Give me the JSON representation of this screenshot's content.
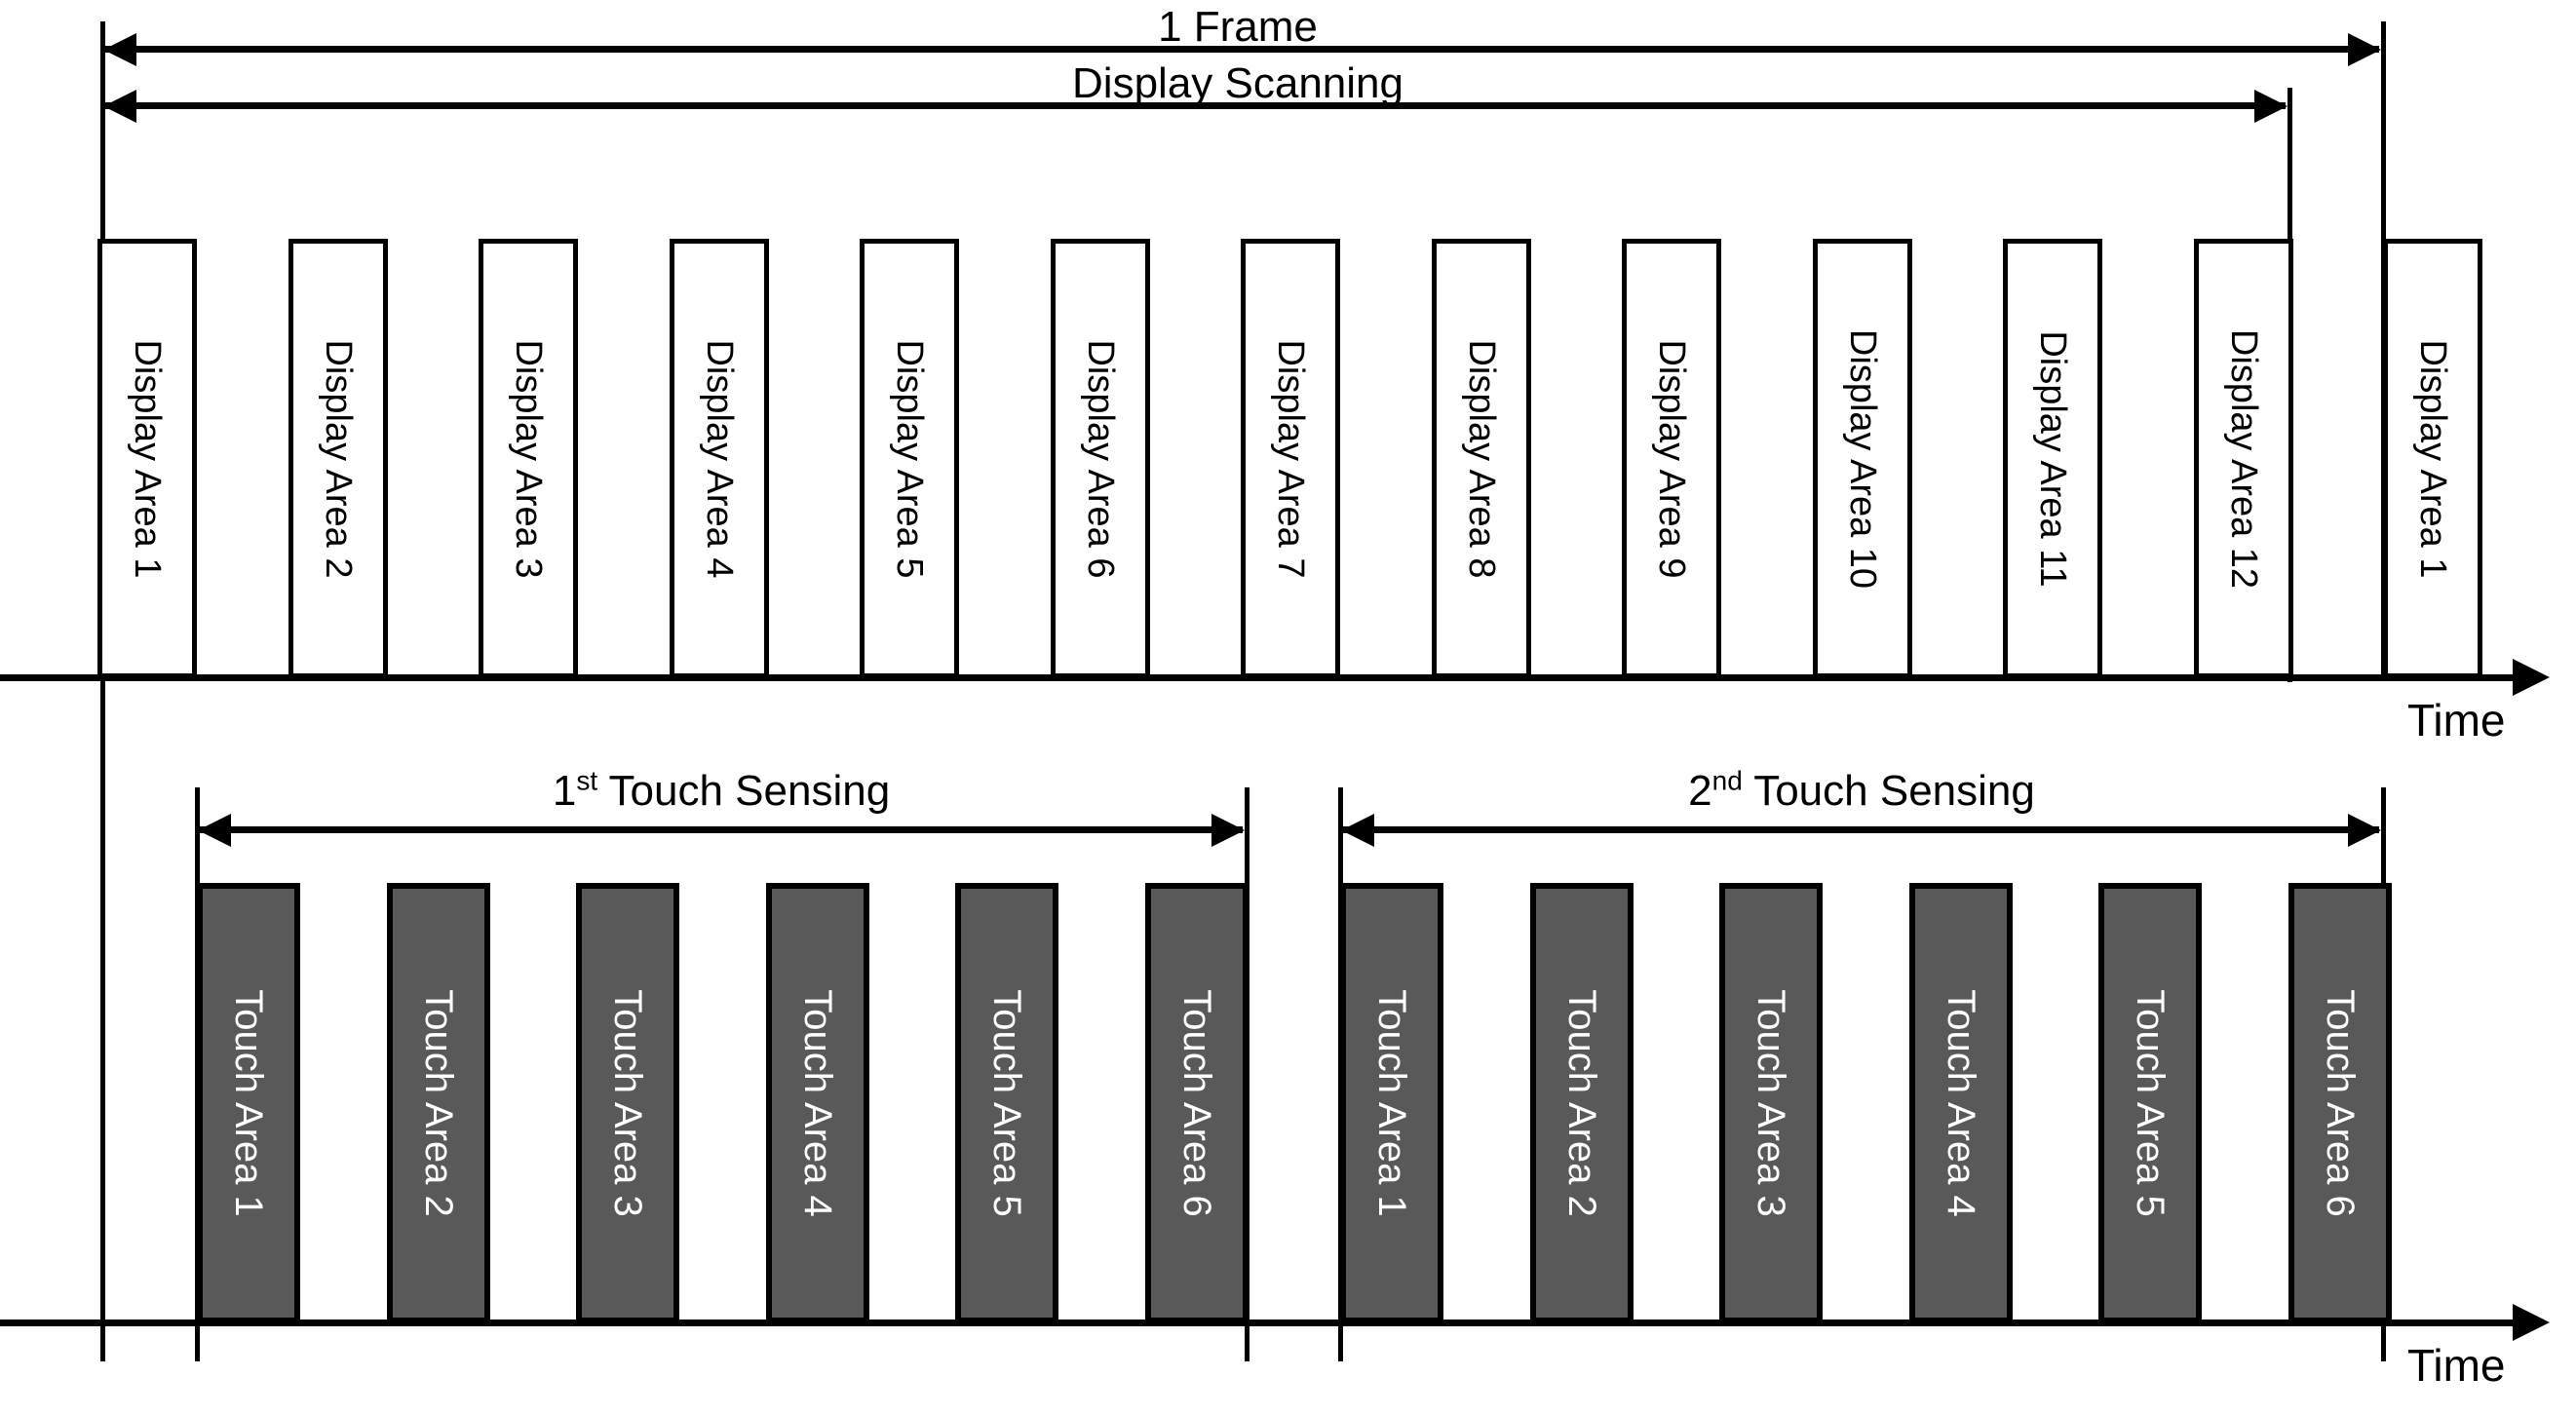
{
  "diagram": {
    "title": "Display scanning and touch sensing timing diagram",
    "colors": {
      "line": "#000000",
      "touch_fill": "#595959",
      "display_fill": "#ffffff",
      "touch_text": "#ffffff",
      "display_text": "#000000"
    }
  },
  "top_section": {
    "frame_label": "1 Frame",
    "scanning_label": "Display Scanning",
    "time_label": "Time",
    "display_areas": [
      {
        "label": "Display Area 1"
      },
      {
        "label": "Display Area 2"
      },
      {
        "label": "Display Area 3"
      },
      {
        "label": "Display Area 4"
      },
      {
        "label": "Display Area 5"
      },
      {
        "label": "Display Area 6"
      },
      {
        "label": "Display Area 7"
      },
      {
        "label": "Display Area 8"
      },
      {
        "label": "Display Area 9"
      },
      {
        "label": "Display Area 10"
      },
      {
        "label": "Display Area 11"
      },
      {
        "label": "Display Area 12"
      },
      {
        "label": "Display Area 1"
      }
    ]
  },
  "bottom_section": {
    "time_label": "Time",
    "sensing_groups": [
      {
        "ordinal": "1",
        "ordinal_suffix": "st",
        "label_tail": " Touch Sensing",
        "touch_areas": [
          {
            "label": "Touch Area 1"
          },
          {
            "label": "Touch Area 2"
          },
          {
            "label": "Touch Area 3"
          },
          {
            "label": "Touch Area 4"
          },
          {
            "label": "Touch Area 5"
          },
          {
            "label": "Touch Area 6"
          }
        ]
      },
      {
        "ordinal": "2",
        "ordinal_suffix": "nd",
        "label_tail": " Touch Sensing",
        "touch_areas": [
          {
            "label": "Touch Area 1"
          },
          {
            "label": "Touch Area 2"
          },
          {
            "label": "Touch Area 3"
          },
          {
            "label": "Touch Area 4"
          },
          {
            "label": "Touch Area 5"
          },
          {
            "label": "Touch Area 6"
          }
        ]
      }
    ]
  },
  "chart_data": {
    "type": "table",
    "title": "1 Frame timing: Display Scanning vs Touch Sensing",
    "xlabel": "Time",
    "ylabel": "",
    "series": [
      {
        "name": "Display Scanning",
        "values": [
          "Display Area 1",
          "Display Area 2",
          "Display Area 3",
          "Display Area 4",
          "Display Area 5",
          "Display Area 6",
          "Display Area 7",
          "Display Area 8",
          "Display Area 9",
          "Display Area 10",
          "Display Area 11",
          "Display Area 12",
          "Display Area 1"
        ]
      },
      {
        "name": "1st Touch Sensing",
        "values": [
          "Touch Area 1",
          "Touch Area 2",
          "Touch Area 3",
          "Touch Area 4",
          "Touch Area 5",
          "Touch Area 6"
        ]
      },
      {
        "name": "2nd Touch Sensing",
        "values": [
          "Touch Area 1",
          "Touch Area 2",
          "Touch Area 3",
          "Touch Area 4",
          "Touch Area 5",
          "Touch Area 6"
        ]
      }
    ]
  }
}
